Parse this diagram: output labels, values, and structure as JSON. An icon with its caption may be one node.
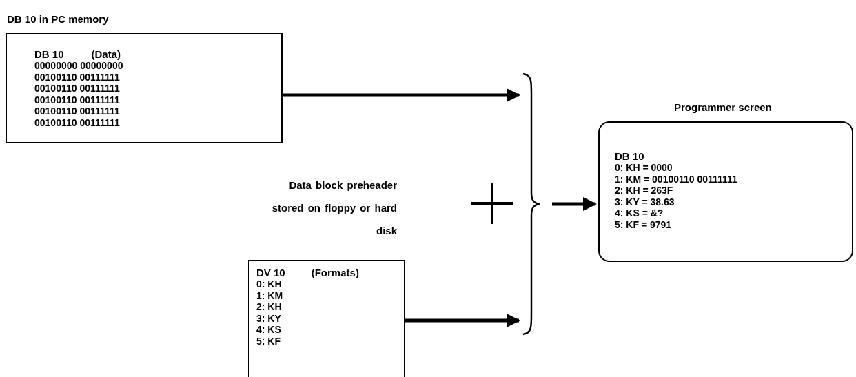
{
  "diagram": {
    "nodes": [
      {
        "text": [
          "DB 10 in PC memory",
          "DB 10",
          "(Data)",
          "00000000 00000000",
          "00100110 00111111",
          "00100110 00111111",
          "00100110 00111111",
          "00100110 00111111",
          "00100110 00111111"
        ]
      },
      {
        "text": [
          "Data block preheader stored on floppy or hard disk",
          "DV 10",
          "(Formats)",
          "0: KH",
          "1: KM",
          "2: KH",
          "3: KY",
          "4: KS",
          "5: KF"
        ]
      },
      {
        "text": [],
        "shape": "brace"
      },
      {
        "text": [
          "Programmer screen",
          "DB 10",
          "0: KH = 0000",
          "1: KM = 00100110 00111111",
          "2: KH = 263F",
          "3: KY = 38.63",
          "4: KS = &?",
          "5: KF = 9791"
        ]
      }
    ],
    "edges": [
      {
        "from": 0,
        "to": 2,
        "arrow": "to"
      },
      {
        "from": 1,
        "to": 2,
        "arrow": "to"
      },
      {
        "from": 2,
        "to": 3,
        "arrow": "to"
      }
    ]
  }
}
